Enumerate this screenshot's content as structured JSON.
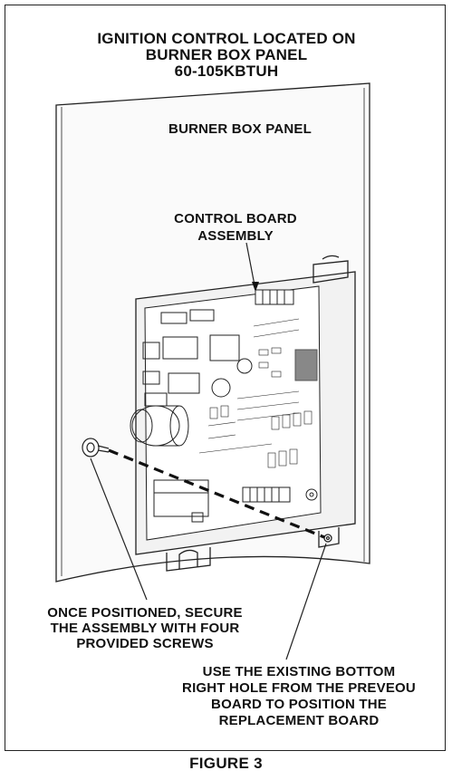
{
  "figure": {
    "title_lines": [
      "IGNITION CONTROL LOCATED ON",
      "BURNER BOX PANEL",
      "60-105KBTUH"
    ],
    "callouts": {
      "burner_box_panel": [
        "BURNER BOX PANEL"
      ],
      "control_board_assembly": [
        "CONTROL BOARD",
        "ASSEMBLY"
      ],
      "secure_instruction": [
        "ONCE POSITIONED, SECURE",
        "THE ASSEMBLY WITH FOUR",
        "PROVIDED SCREWS"
      ],
      "hole_instruction": [
        "USE THE EXISTING BOTTOM",
        "RIGHT HOLE FROM THE PREVEOU",
        "BOARD TO POSITION THE",
        "REPLACEMENT BOARD"
      ]
    },
    "caption": "FIGURE 3"
  }
}
